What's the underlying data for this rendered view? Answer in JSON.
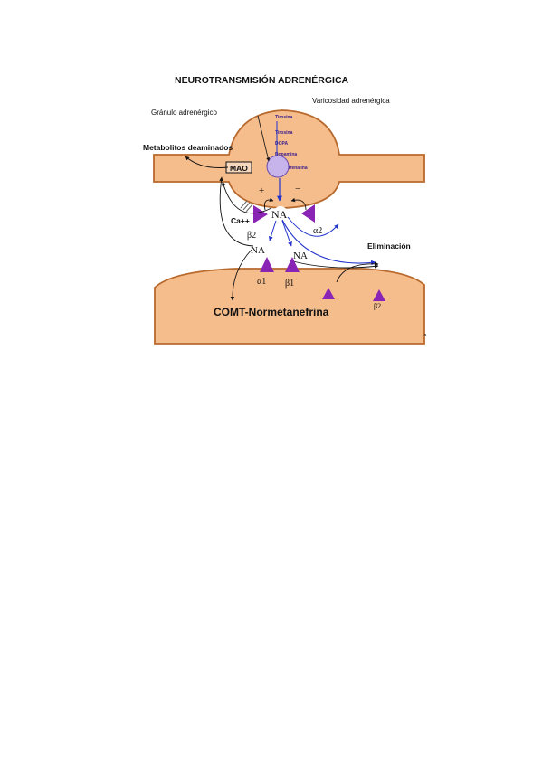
{
  "title": "NEUROTRANSMISIÓN ADRENÉRGICA",
  "labels": {
    "varicosity": "Varicosidad adrenérgica",
    "granule": "Gránulo adrenérgico",
    "metabolites": "Metabolitos deaminados",
    "mao": "MAO",
    "calcium": "Ca++",
    "beta2_pre": "β2",
    "alpha2": "α2",
    "na_center": "NA",
    "na_left": "NA",
    "na_right": "NA",
    "plus": "+",
    "minus": "−",
    "elimination": "Eliminación",
    "alpha1": "α1",
    "beta1": "β1",
    "beta2_post": "β2",
    "comt": "COMT-Normetanefrina"
  },
  "synthesis_chain": [
    "Tirosina",
    "Tirosina",
    "DOPA",
    "Dopamina",
    "Noradrenalina"
  ],
  "colors": {
    "cell": "#f5bc8c",
    "cell_outline": "#b86a2e",
    "receptor": "#8a24b4",
    "granule": "#c7b4ea",
    "arrow_blue": "#2233cc"
  },
  "corner_mark": "^"
}
